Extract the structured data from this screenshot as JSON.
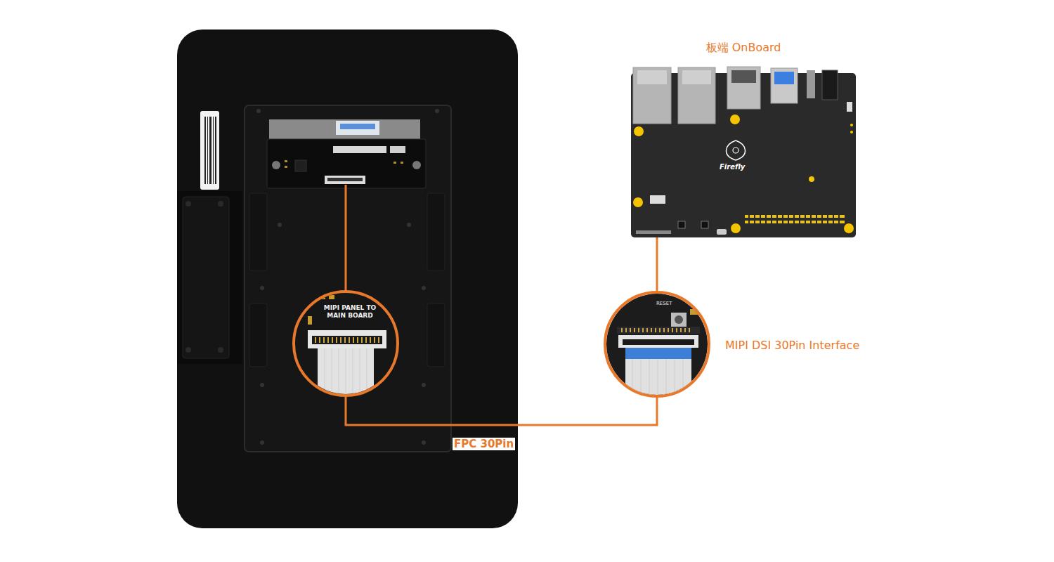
{
  "diagram": {
    "nodes": [
      {
        "text": [
          "板端 OnBoard"
        ]
      },
      {
        "text": [
          "MIPI PANEL TO MAIN BOARD"
        ]
      },
      {
        "text": [
          "MIPI DSI 30Pin Interface"
        ]
      }
    ],
    "edges": [
      {
        "from": 1,
        "to": 2,
        "arrow": "none",
        "label": "FPC 30Pin"
      },
      {
        "from": 2,
        "to": 0,
        "arrow": "none"
      }
    ],
    "labels": [
      "Firefly",
      "RESET"
    ]
  }
}
